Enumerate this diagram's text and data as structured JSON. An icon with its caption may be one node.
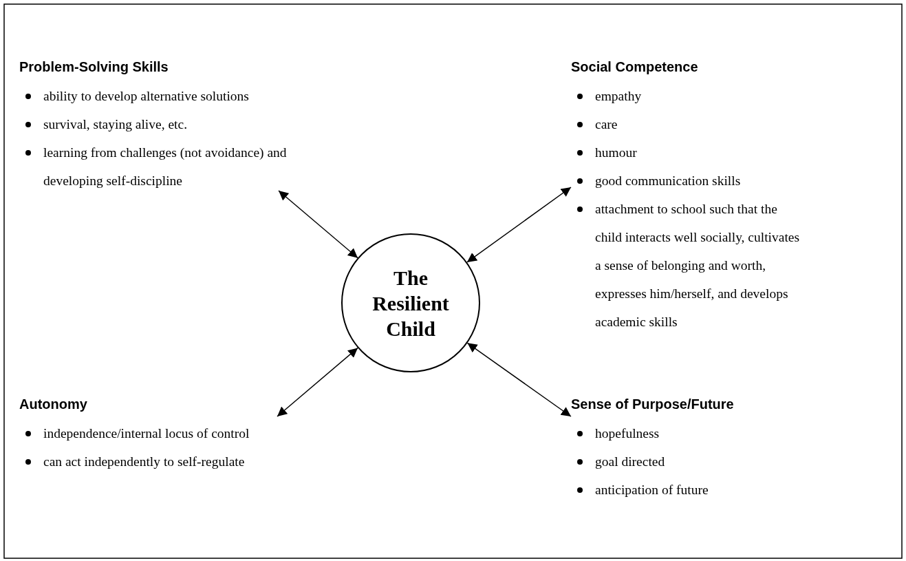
{
  "diagram": {
    "nodes": [
      {
        "text": [
          "The Resilient Child"
        ]
      },
      {
        "text": [
          "Problem-Solving Skills",
          "ability to develop alternative solutions",
          "survival, staying alive, etc.",
          "learning from challenges (not avoidance) and developing self-discipline"
        ]
      },
      {
        "text": [
          "Social Competence",
          "empathy",
          "care",
          "humour",
          "good communication skills",
          "attachment to school such that the child interacts well socially, cultivates a sense of belonging and worth, expresses him/herself, and develops academic skills"
        ]
      },
      {
        "text": [
          "Autonomy",
          "independence/internal locus of control",
          "can act independently to self-regulate"
        ]
      },
      {
        "text": [
          "Sense of Purpose/Future",
          "hopefulness",
          "goal directed",
          "anticipation of future"
        ]
      }
    ],
    "edges": [
      {
        "from": 0,
        "to": 1,
        "arrow": "both"
      },
      {
        "from": 0,
        "to": 2,
        "arrow": "both"
      },
      {
        "from": 0,
        "to": 3,
        "arrow": "both"
      },
      {
        "from": 0,
        "to": 4,
        "arrow": "both"
      }
    ]
  }
}
